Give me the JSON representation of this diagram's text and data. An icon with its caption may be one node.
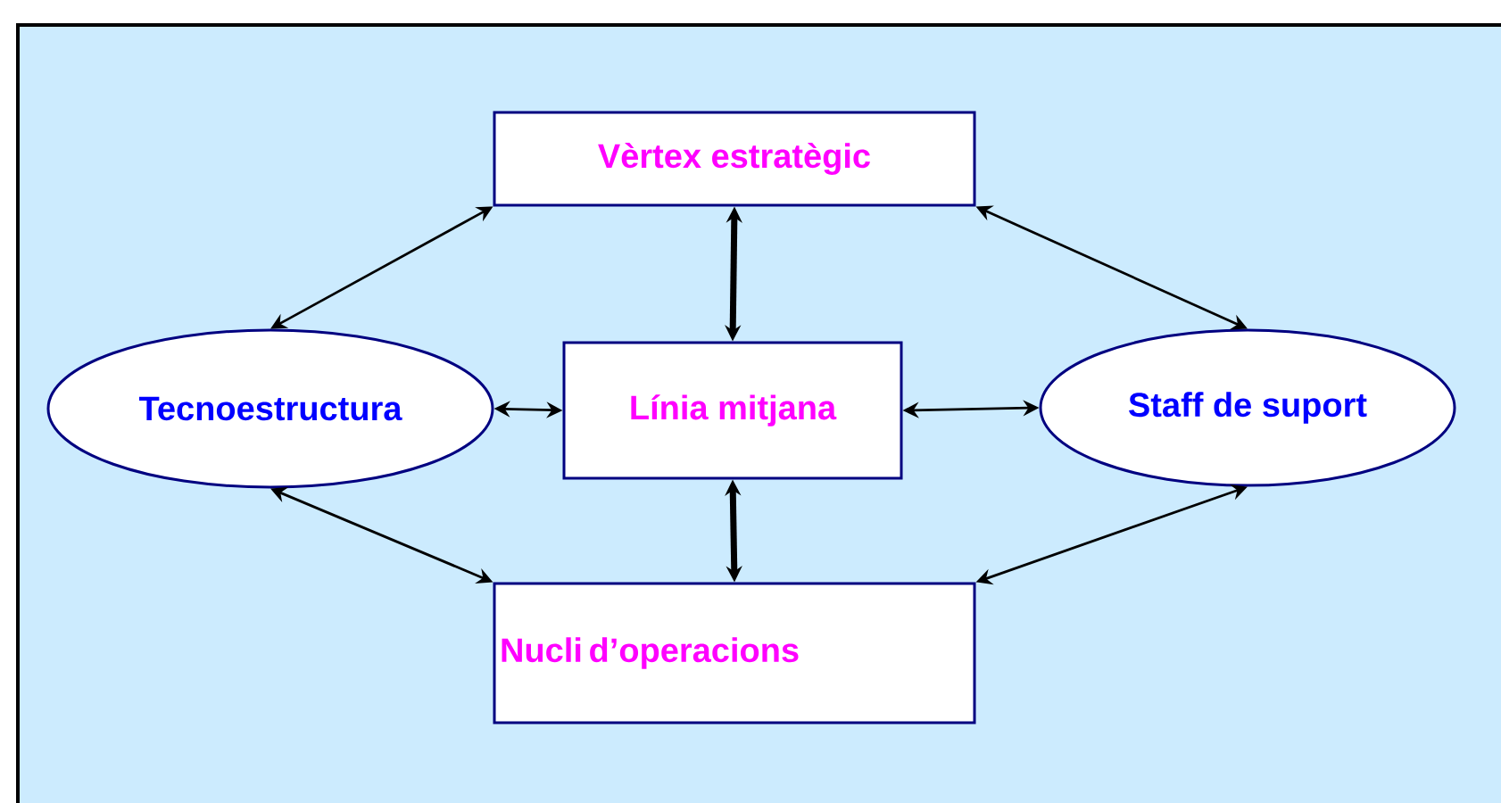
{
  "diagram": {
    "nodes": [
      {
        "text": [
          "Vèrtex estratègic"
        ]
      },
      {
        "text": [
          "Tecnoestructura"
        ]
      },
      {
        "text": [
          "Línia  mitjana"
        ]
      },
      {
        "text": [
          "Staff de suport"
        ]
      },
      {
        "text": [
          "Nucli d’operacions"
        ]
      }
    ],
    "edges": [
      {
        "from": 0,
        "to": 1,
        "arrow": "both"
      },
      {
        "from": 0,
        "to": 2,
        "arrow": "both",
        "style": "thick"
      },
      {
        "from": 0,
        "to": 3,
        "arrow": "both"
      },
      {
        "from": 1,
        "to": 2,
        "arrow": "both"
      },
      {
        "from": 2,
        "to": 3,
        "arrow": "both"
      },
      {
        "from": 1,
        "to": 4,
        "arrow": "both"
      },
      {
        "from": 2,
        "to": 4,
        "arrow": "both",
        "style": "thick"
      },
      {
        "from": 3,
        "to": 4,
        "arrow": "both"
      }
    ]
  }
}
